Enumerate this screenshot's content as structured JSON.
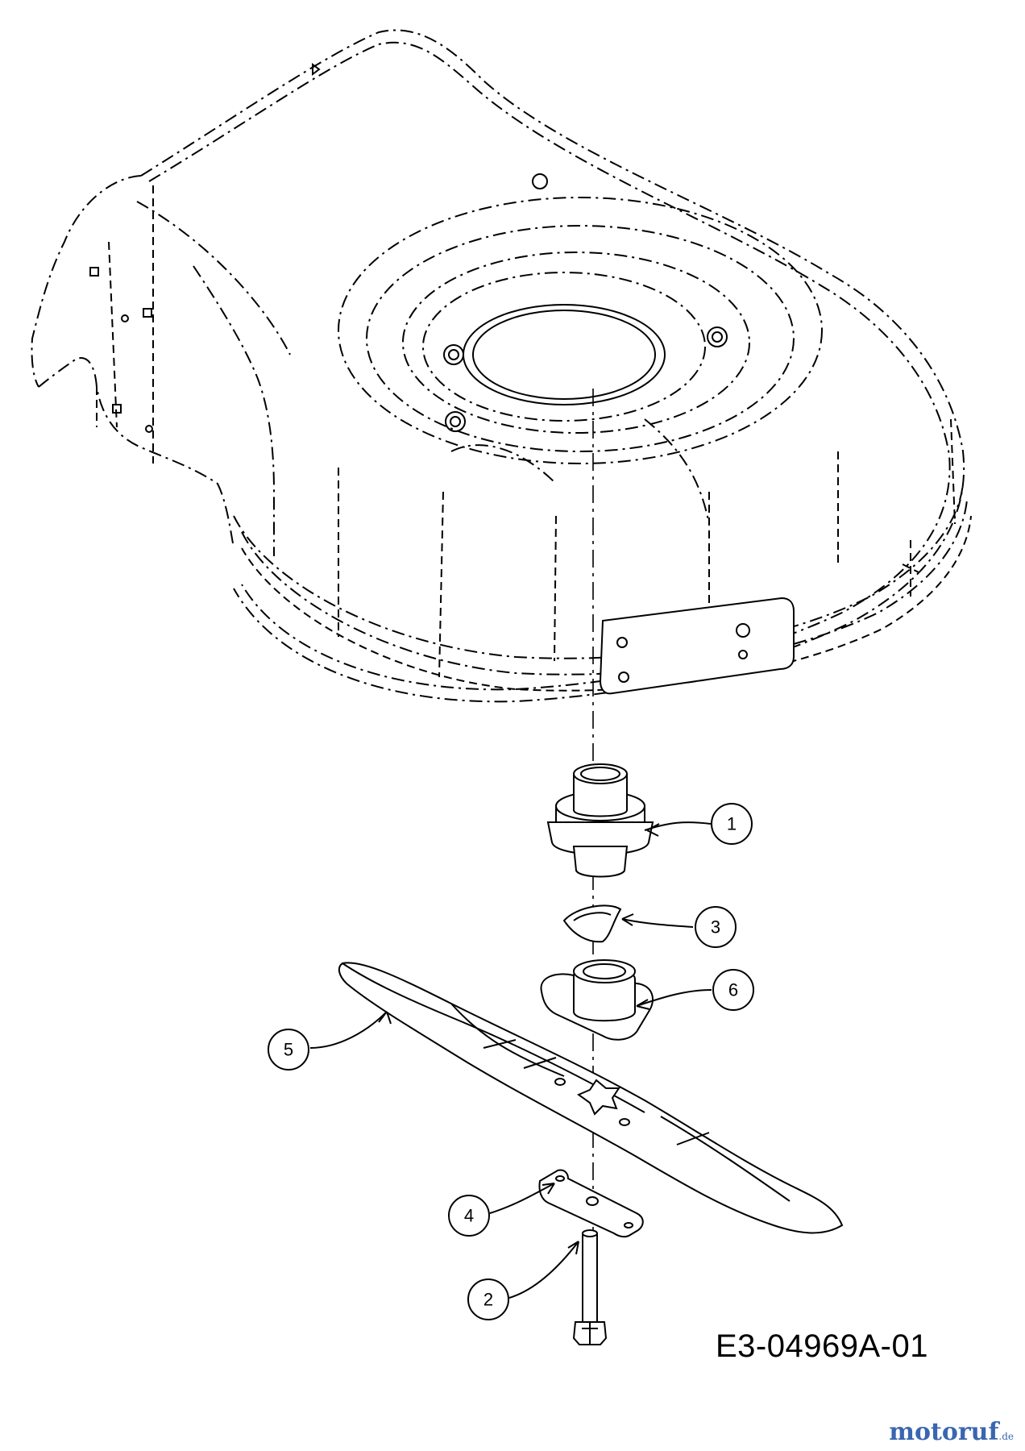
{
  "diagram": {
    "drawing_code": "E3-04969A-01",
    "watermark": {
      "brand": "motoruf",
      "suffix": ".de"
    },
    "callouts": [
      {
        "id": "callout-1",
        "label": "1"
      },
      {
        "id": "callout-2",
        "label": "2"
      },
      {
        "id": "callout-3",
        "label": "3"
      },
      {
        "id": "callout-4",
        "label": "4"
      },
      {
        "id": "callout-5",
        "label": "5"
      },
      {
        "id": "callout-6",
        "label": "6"
      }
    ]
  }
}
